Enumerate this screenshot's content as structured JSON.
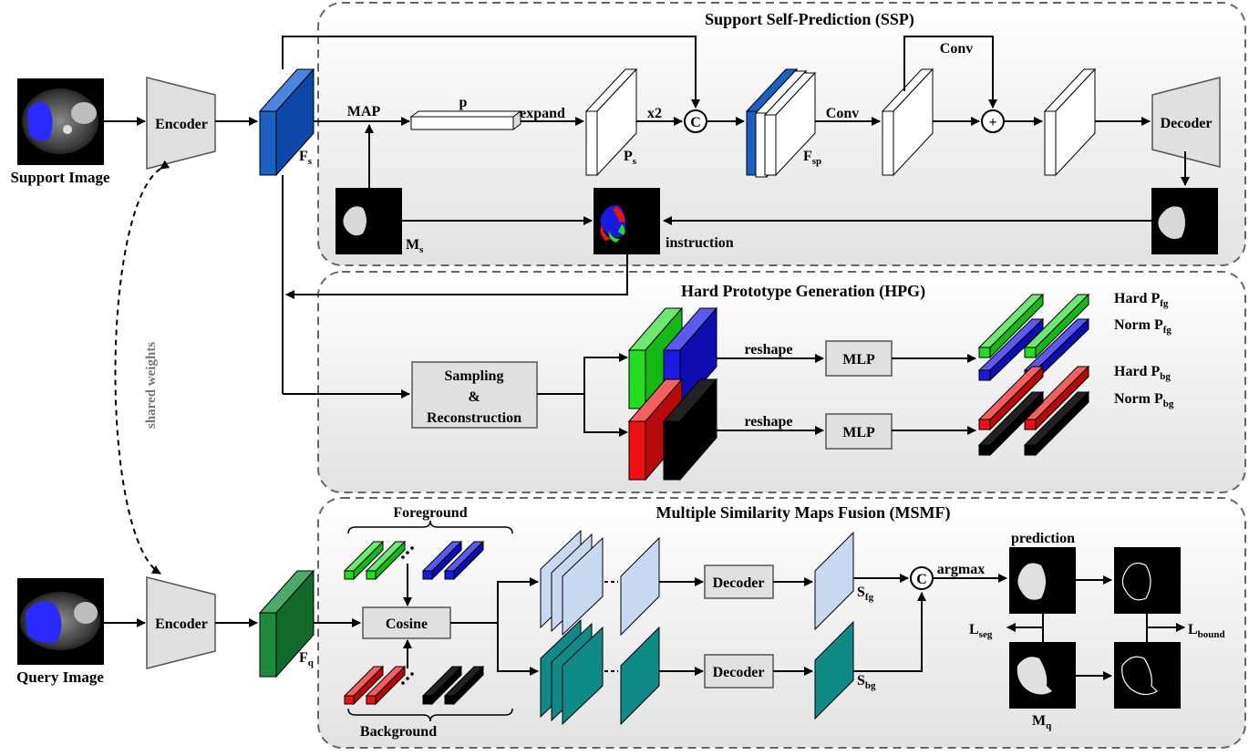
{
  "panels": {
    "ssp_title": "Support Self-Prediction (SSP)",
    "hpg_title": "Hard Prototype Generation (HPG)",
    "msmf_title": "Multiple Similarity Maps Fusion (MSMF)"
  },
  "inputs": {
    "support_image": "Support Image",
    "query_image": "Query Image",
    "shared_weights": "shared weights"
  },
  "blocks": {
    "encoder": "Encoder",
    "decoder": "Decoder",
    "mlp": "MLP",
    "sampling_line1": "Sampling",
    "sampling_line2": "&",
    "sampling_line3": "Reconstruction",
    "cosine": "Cosine",
    "concat_symbol": "C",
    "add_symbol": "+"
  },
  "labels": {
    "map": "MAP",
    "p": "p",
    "expand": "expand",
    "x2": "x2",
    "conv": "Conv",
    "instruction": "instruction",
    "reshape": "reshape",
    "foreground": "Foreground",
    "background": "Background",
    "argmax": "argmax",
    "prediction": "prediction"
  },
  "symbols": {
    "F": "F",
    "s": "s",
    "sp": "sp",
    "q": "q",
    "P": "P",
    "M": "M",
    "S": "S",
    "L": "L",
    "fg": "fg",
    "bg": "bg",
    "seg": "seg",
    "bound": "bound",
    "hard": "Hard P",
    "norm": "Norm P"
  },
  "colors": {
    "support_feature": "#1c5fc5",
    "query_feature": "#1f8a3c",
    "fg_proto": "#22dd22",
    "fg_norm": "#1a1ae0",
    "bg_proto": "#ee1111",
    "bg_norm": "#000000",
    "sim_fg": "#c8d8f0",
    "sim_bg": "#0f8a88",
    "panel_fill": "#ebebeb",
    "block_fill": "#e0e0e0"
  }
}
